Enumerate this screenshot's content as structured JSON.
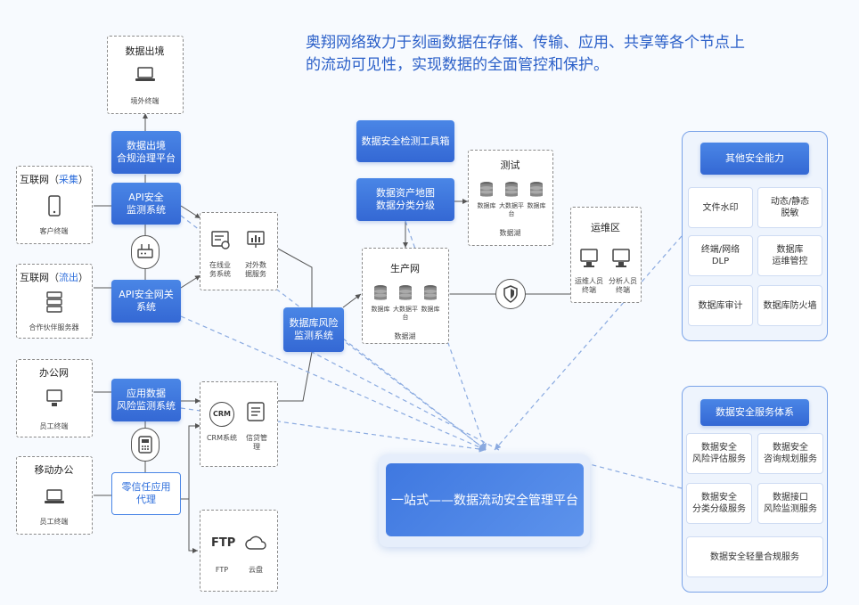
{
  "headline": "奥翔网络致力于刻画数据在存储、传输、应用、共享等各个节点上的流动可见性，实现数据的全面管控和保护。",
  "left_col": {
    "data_exit": {
      "title": "数据出境",
      "device": "境外终端"
    },
    "internet_collect": {
      "title_pre": "互联网（",
      "title_hl": "采集",
      "title_post": "）",
      "device": "客户终端"
    },
    "internet_out": {
      "title_pre": "互联网（",
      "title_hl": "流出",
      "title_post": "）",
      "device": "合作伙伴服务器"
    },
    "office": {
      "title": "办公网",
      "device": "员工终端"
    },
    "mobile": {
      "title": "移动办公",
      "device": "员工终端"
    }
  },
  "gateways": {
    "exit_platform": "数据出境\n合规治理平台",
    "api_monitor": "API安全\n监测系统",
    "api_gateway": "API安全网关\n系统",
    "app_risk": "应用数据\n风险监测系统",
    "zero_trust": "零信任应用\n代理"
  },
  "business": {
    "online": "在线业\n务系统",
    "external": "对外数\n据服务",
    "crm_logo": "CRM",
    "crm": "CRM系统",
    "credit": "信贷管\n理",
    "ftp_logo": "FTP",
    "ftp": "FTP",
    "cloud": "云盘"
  },
  "db_risk": "数据库风险\n监测系统",
  "tools": {
    "detect": "数据安全检测工具箱",
    "asset_map": "数据资产地图\n数据分类分级"
  },
  "test_zone": {
    "title": "测试",
    "items": [
      "数据库",
      "大数据平\n台",
      "数据库"
    ],
    "lake": "数据湖"
  },
  "prod_zone": {
    "title": "生产网",
    "items": [
      "数据库",
      "大数据平\n台",
      "数据库"
    ],
    "lake": "数据湖"
  },
  "ops_zone": {
    "title": "运维区",
    "items": [
      "运维人员\n终端",
      "分析人员\n终端"
    ]
  },
  "other_security": {
    "title": "其他安全能力",
    "items": [
      "文件水印",
      "动态/静态\n脱敏",
      "终端/网络\nDLP",
      "数据库\n运维管控",
      "数据库审计",
      "数据库防火墙"
    ]
  },
  "service_system": {
    "title": "数据安全服务体系",
    "items": [
      "数据安全\n风险评估服务",
      "数据安全\n咨询规划服务",
      "数据安全\n分类分级服务",
      "数据接口\n风险监测服务",
      "数据安全轻量合规服务"
    ]
  },
  "center": "一站式——数据流动安全管理平台",
  "colors": {
    "primary": "#3f78e0",
    "accent_text": "#2a5fc8",
    "dashed": "#8a8a8a",
    "arrow": "#8aaae0"
  }
}
